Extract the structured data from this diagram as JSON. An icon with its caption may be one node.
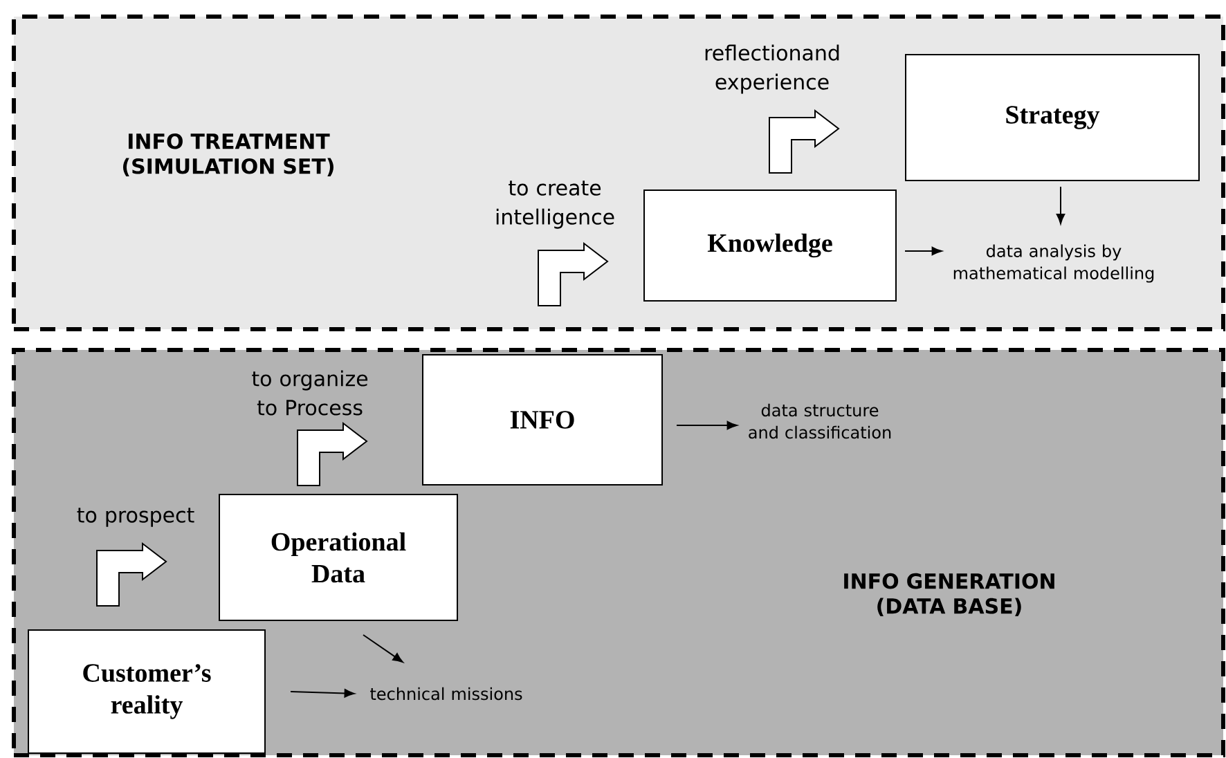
{
  "diagram": {
    "nodes": [
      {
        "text": [
          "INFO TREATMENT (SIMULATION SET)"
        ]
      },
      {
        "text": [
          "INFO GENERATION (DATA BASE)"
        ]
      },
      {
        "text": [
          "Strategy"
        ],
        "in": 0
      },
      {
        "text": [
          "Knowledge"
        ],
        "in": 0
      },
      {
        "text": [
          "INFO"
        ],
        "in": 1
      },
      {
        "text": [
          "Operational Data"
        ],
        "in": 1
      },
      {
        "text": [
          "Customer’s reality"
        ],
        "in": 1
      },
      {
        "text": [
          "data analysis by mathematical modelling"
        ],
        "in": 0
      },
      {
        "text": [
          "data structure and classification"
        ],
        "in": 1
      },
      {
        "text": [
          "technical missions"
        ],
        "in": 1
      }
    ],
    "edges": [
      {
        "from": 6,
        "to": 5,
        "arrow": "to",
        "label": "to prospect"
      },
      {
        "from": 5,
        "to": 4,
        "arrow": "to",
        "label": "to organize to Process"
      },
      {
        "from": 4,
        "to": 3,
        "arrow": "to",
        "label": "to create intelligence"
      },
      {
        "from": 3,
        "to": 2,
        "arrow": "to",
        "label": "reflectionand experience"
      },
      {
        "from": 6,
        "to": 9,
        "arrow": "to"
      },
      {
        "from": 5,
        "to": 9,
        "arrow": "to"
      },
      {
        "from": 4,
        "to": 8,
        "arrow": "to"
      },
      {
        "from": 3,
        "to": 7,
        "arrow": "to"
      },
      {
        "from": 2,
        "to": 7,
        "arrow": "to"
      }
    ]
  }
}
